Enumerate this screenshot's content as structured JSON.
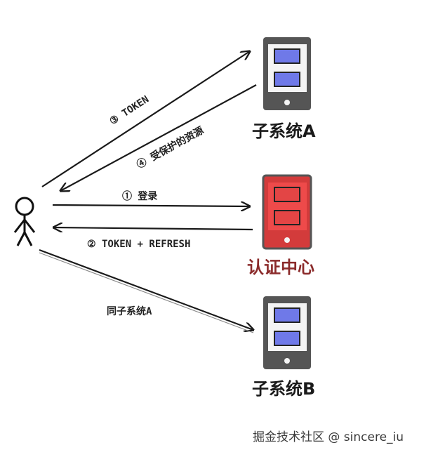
{
  "nodes": {
    "system_a": {
      "label": "子系统A"
    },
    "auth_center": {
      "label": "认证中心"
    },
    "system_b": {
      "label": "子系统B"
    }
  },
  "arrows": {
    "step1": "① 登录",
    "step2": "② TOKEN + REFRESH",
    "step3": "③ TOKEN",
    "step4": "④ 受保护的资源",
    "same_as_a": "同子系统A"
  },
  "watermark": "掘金技术社区 @ sincere_iu",
  "colors": {
    "device_body": "#555555",
    "device_screen": "#f4f4f4",
    "device_panel": "#6f79e8",
    "auth_body": "#d33b3b",
    "auth_screen": "#ee4a4a",
    "auth_label": "#8b2b2b",
    "stroke": "#1a1a1a"
  }
}
